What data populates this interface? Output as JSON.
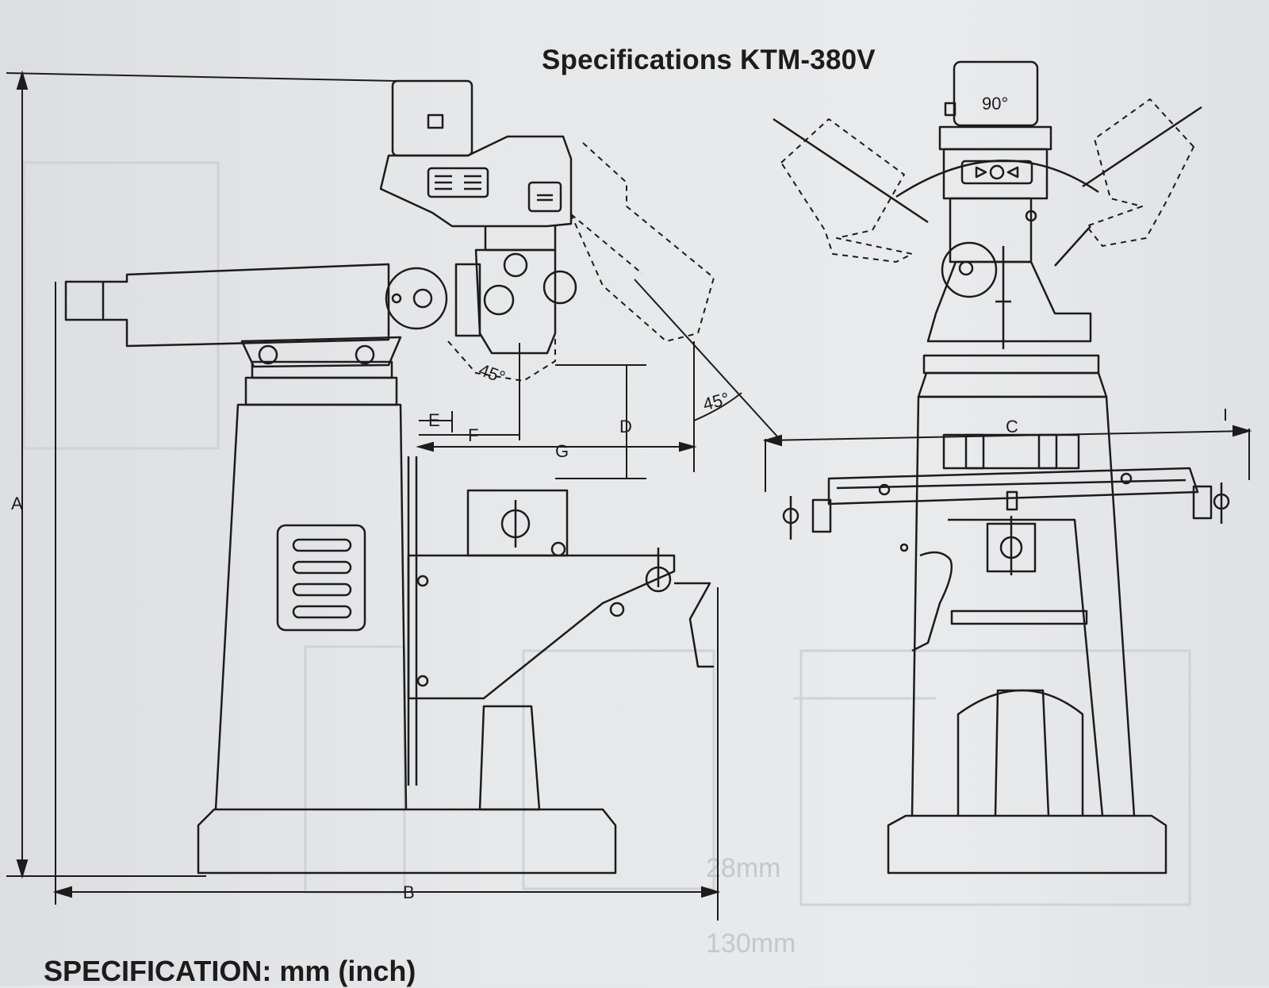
{
  "title": "Specifications KTM-380V",
  "spec_heading": "SPECIFICATION: mm (inch)",
  "dimensions": {
    "A": "A",
    "B": "B",
    "C": "C",
    "D": "D",
    "E": "E",
    "F": "F",
    "G": "G"
  },
  "angles": {
    "head_tilt_side": "45°",
    "ram_tilt": "45°",
    "head_swivel": "90°"
  },
  "colors": {
    "paper": "#e4e6e8",
    "ink": "#1c1c1c",
    "faint": "#c4c8cd"
  }
}
